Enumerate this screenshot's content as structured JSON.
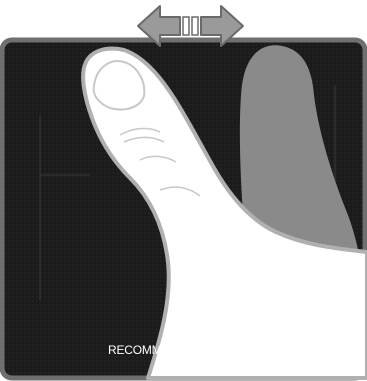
{
  "caption": "RECOMM,",
  "icons": {
    "gesture_arrow": "double-arrow-left-right-icon",
    "finger": "thumb-finger-illustration",
    "ghost_finger": "ghost-thumb-illustration"
  },
  "colors": {
    "background": "#ffffff",
    "panel": "#1b1b1b",
    "panel_border": "#6f6f6f",
    "arrow": "#9a9a9a",
    "ghost_thumb": "#8a8a8a",
    "skin": "#ffffff",
    "skin_outline": "#b0b0b0",
    "caption_text": "#ffffff"
  }
}
